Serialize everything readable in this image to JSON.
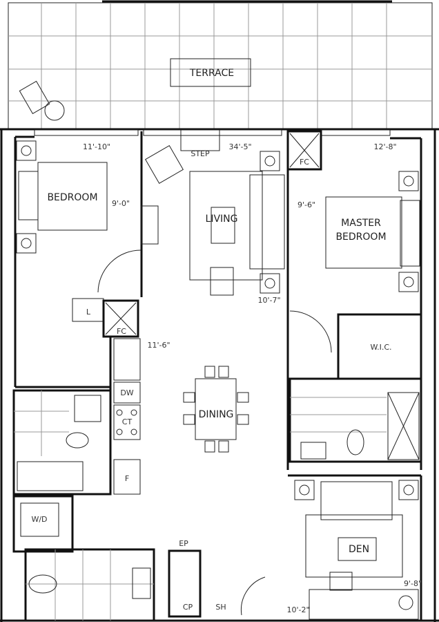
{
  "rooms": {
    "terrace": "TERRACE",
    "bedroom": "BEDROOM",
    "living": "LIVING",
    "master_1": "MASTER",
    "master_2": "BEDROOM",
    "wic": "W.I.C.",
    "dining": "DINING",
    "den": "DEN",
    "wd": "W/D"
  },
  "fixtures": {
    "step": "STEP",
    "fc_master": "FC",
    "fc_hall": "FC",
    "linen": "L",
    "dw": "DW",
    "ct": "CT",
    "fridge": "F",
    "ep": "EP",
    "cp": "CP",
    "sh": "SH"
  },
  "dimensions": {
    "bedroom_w": "11'-10\"",
    "bedroom_d": "9'-0\"",
    "living_w": "34'-5\"",
    "living_d": "10'-7\"",
    "master_w": "12'-8\"",
    "master_d": "9'-6\"",
    "dining": "11'-6\"",
    "den_w": "9'-8\"",
    "den_d": "10'-2\""
  }
}
